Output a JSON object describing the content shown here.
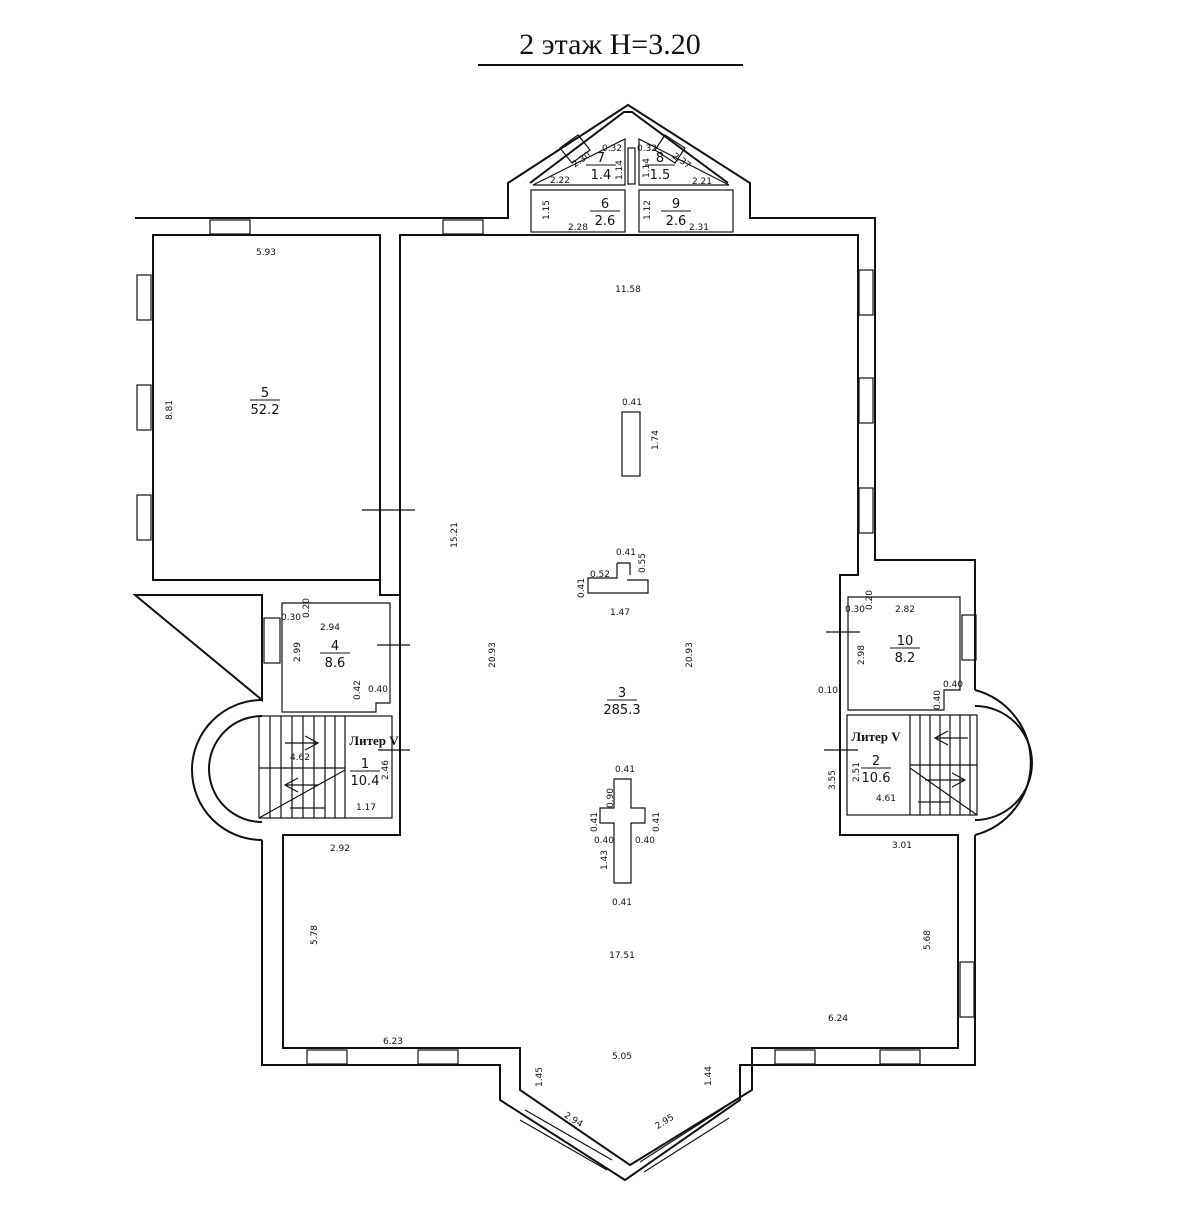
{
  "title": "2 этаж  H=3.20",
  "liter_label": "Литер V",
  "rooms": [
    {
      "number": "1",
      "area": "10.4"
    },
    {
      "number": "2",
      "area": "10.6"
    },
    {
      "number": "3",
      "area": "285.3"
    },
    {
      "number": "4",
      "area": "8.6"
    },
    {
      "number": "5",
      "area": "52.2"
    },
    {
      "number": "6",
      "area": "2.6"
    },
    {
      "number": "7",
      "area": "1.4"
    },
    {
      "number": "8",
      "area": "1.5"
    },
    {
      "number": "9",
      "area": "2.6"
    },
    {
      "number": "10",
      "area": "8.2"
    }
  ],
  "dimensions": [
    "5.93",
    "8.81",
    "11.58",
    "0.41",
    "1.74",
    "15.21",
    "0.41",
    "0.55",
    "0.52",
    "0.41",
    "1.47",
    "20.93",
    "20.93",
    "0.41",
    "0.90",
    "0.41",
    "0.40",
    "1.43",
    "0.41",
    "0.40",
    "0.41",
    "17.51",
    "5.78",
    "5.68",
    "2.92",
    "3.01",
    "6.23",
    "6.24",
    "5.05",
    "1.45",
    "1.44",
    "2.94",
    "2.95",
    "0.30",
    "0.20",
    "2.94",
    "2.99",
    "0.42",
    "0.40",
    "4.62",
    "2.46",
    "1.17",
    "0.30",
    "0.20",
    "2.82",
    "2.98",
    "0.40",
    "0.40",
    "0.10",
    "2.51",
    "4.61",
    "3.55",
    "0.32",
    "2.30",
    "1.14",
    "2.22",
    "0.32",
    "1.14",
    "2.37",
    "2.21",
    "1.15",
    "2.28",
    "1.12",
    "2.31"
  ]
}
